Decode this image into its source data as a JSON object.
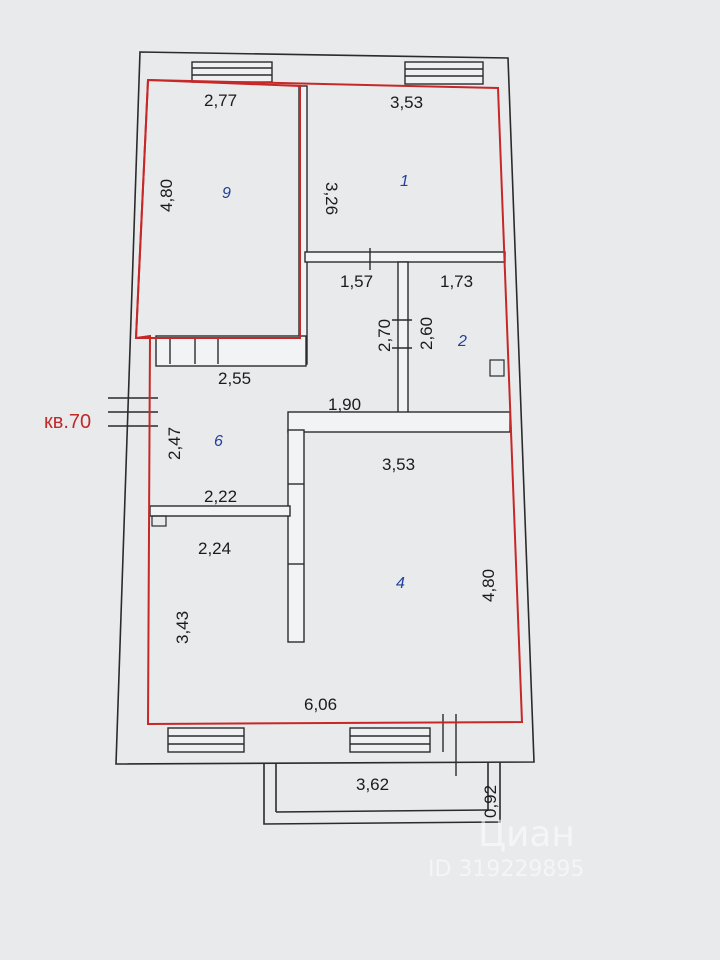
{
  "apartment_label": "кв.70",
  "rooms": {
    "r9": "9",
    "r1": "1",
    "r2": "2",
    "r6": "6",
    "r4": "4"
  },
  "dimensions": {
    "r9_width": "2,77",
    "r9_height": "4,80",
    "r1_width": "3,53",
    "r1_height": "3,26",
    "hall_top": "1,57",
    "r2_width": "1,73",
    "hall_height": "2,70",
    "r2_height": "2,60",
    "r9_bottom": "2,55",
    "hall_bottom": "1,90",
    "r6_height": "2,47",
    "r4_width": "3,53",
    "r6_width": "2,22",
    "small_width": "2,24",
    "small_height": "3,43",
    "r4_height": "4,80",
    "total_width": "6,06",
    "balcony_width": "3,62",
    "balcony_depth": "0,92"
  },
  "watermark": {
    "brand": "Циан",
    "id": "ID 319229895"
  },
  "colors": {
    "outline": "#c62828",
    "walls": "#2b2b2b",
    "room_numbers": "#23409a"
  }
}
